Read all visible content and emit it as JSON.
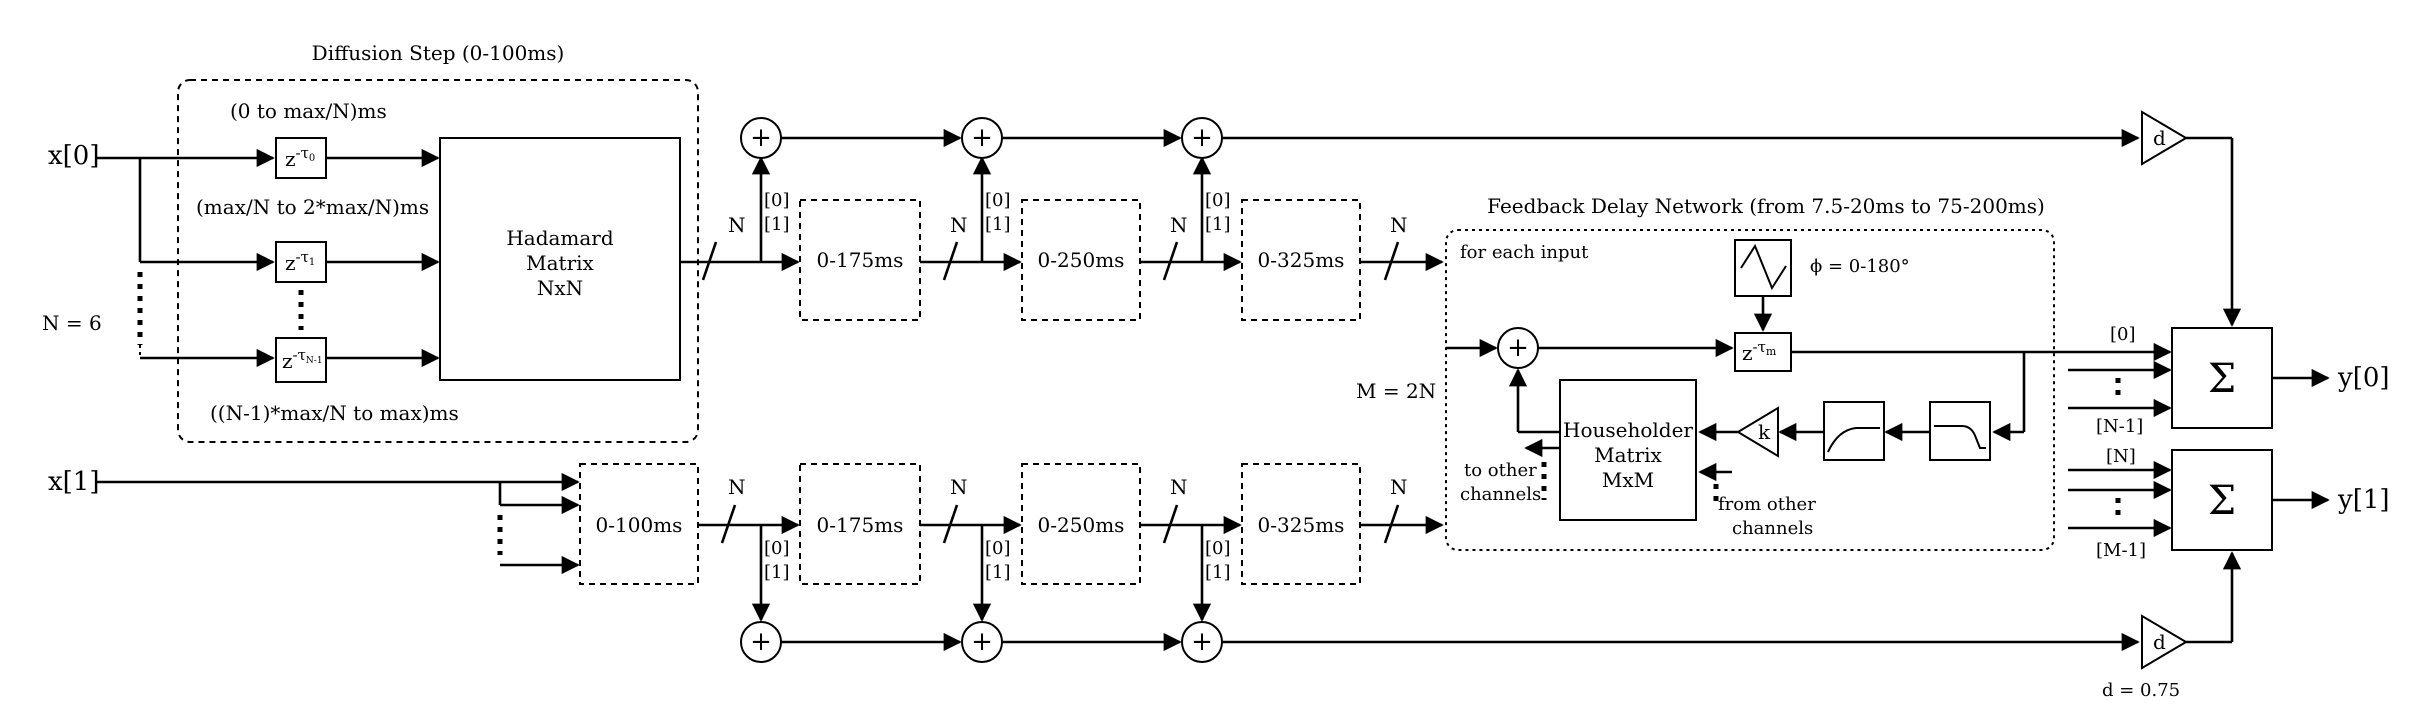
{
  "labels": {
    "diffusion_title": "Diffusion Step (0-100ms)",
    "tap0_range": "(0 to max/N)ms",
    "tap1_range": "(max/N to 2*max/N)ms",
    "tapN_range": "((N-1)*max/N to max)ms",
    "n_equals": "N = 6",
    "input0": "x[0]",
    "input1": "x[1]",
    "z": "z",
    "tau0": "-τ",
    "tau0_sub": "0",
    "tau1": "-τ",
    "tau1_sub": "1",
    "tauN": "-τ",
    "tauN_sub": "N-1",
    "hadamard_1": "Hadamard",
    "hadamard_2": "Matrix",
    "hadamard_3": "NxN",
    "bus_n": "N",
    "idx0": "[0]",
    "idx1": "[1]",
    "delay_175": "0-175ms",
    "delay_250": "0-250ms",
    "delay_325": "0-325ms",
    "delay_100": "0-100ms",
    "plus": "+",
    "gain_d": "d",
    "d_value": "d = 0.75",
    "fdn_title": "Feedback Delay Network (from 7.5-20ms to 75-200ms)",
    "for_each_input": "for each input",
    "phi": "ϕ = 0-180°",
    "tau_m": "-τ",
    "tau_m_sub": "m",
    "m_equals": "M = 2N",
    "householder_1": "Householder",
    "householder_2": "Matrix",
    "householder_3": "MxM",
    "gain_k": "k",
    "to_other_1": "to other",
    "to_other_2": "channels",
    "from_other_1": "from other",
    "from_other_2": "channels",
    "sum_in_0": "[0]",
    "sum_in_n1": "[N-1]",
    "sum_in_n": "[N]",
    "sum_in_m1": "[M-1]",
    "sigma": "Σ",
    "output0": "y[0]",
    "output1": "y[1]"
  }
}
